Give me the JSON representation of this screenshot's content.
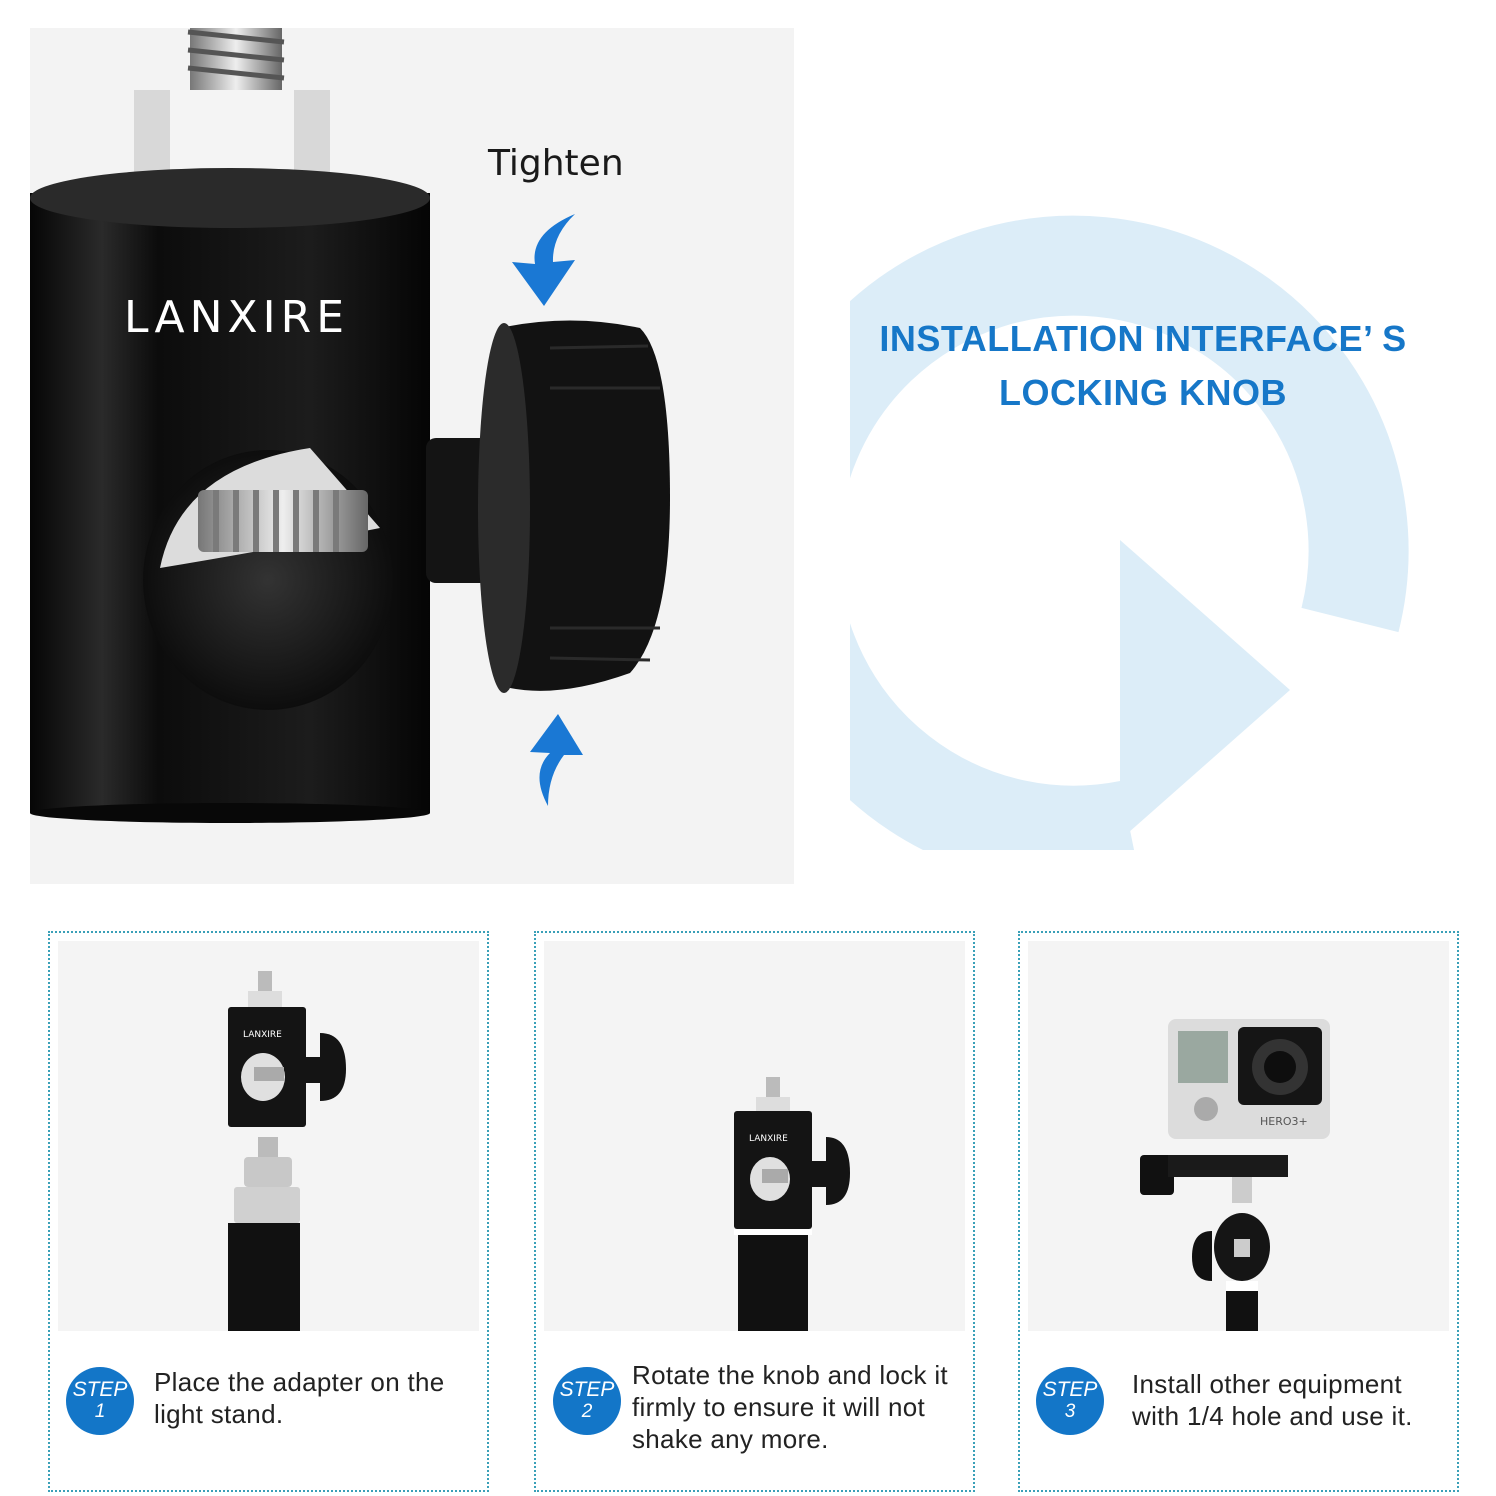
{
  "hero": {
    "brand_logo": "LANXIRE",
    "tighten_label": "Tighten",
    "headline_line1": "INSTALLATION INTERFACE’ S",
    "headline_line2": "LOCKING KNOB"
  },
  "colors": {
    "accent_blue": "#1677c8",
    "badge_blue": "#1376c8",
    "arrow_light_blue": "#dcedf8",
    "card_border": "#3aa0b8",
    "adapter_black": "#141414"
  },
  "steps": [
    {
      "badge_word": "STEP",
      "badge_number": "1",
      "text_line1": "Place the adapter on the",
      "text_line2": "light stand.",
      "text_line3": ""
    },
    {
      "badge_word": "STEP",
      "badge_number": "2",
      "text_line1": "Rotate the knob and lock it",
      "text_line2": "firmly to ensure it will not",
      "text_line3": "shake any more."
    },
    {
      "badge_word": "STEP",
      "badge_number": "3",
      "text_line1": "Install other equipment",
      "text_line2": "with 1/4 hole and use it.",
      "text_line3": "",
      "camera_logo": "HERO3+"
    }
  ]
}
